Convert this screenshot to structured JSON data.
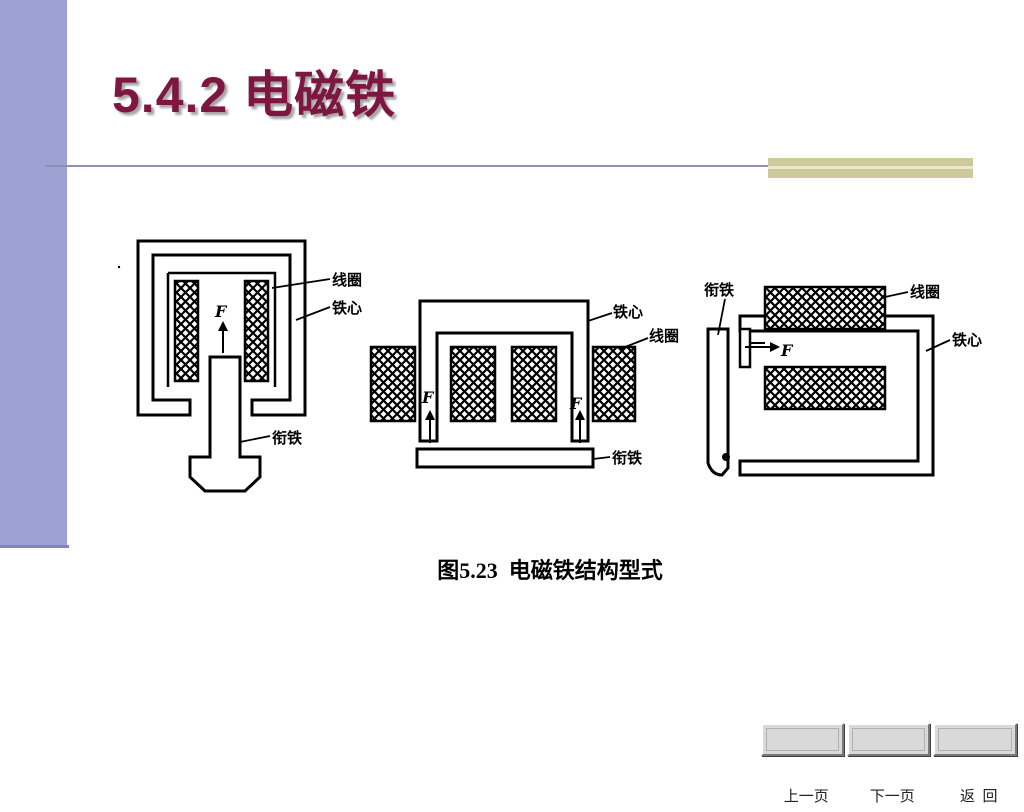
{
  "slide": {
    "title": "5.4.2  电磁铁",
    "caption": "图5.23  电磁铁结构型式"
  },
  "diagram": {
    "labels": {
      "coil": "线圈",
      "core": "铁心",
      "armature": "衔铁",
      "force": "F"
    }
  },
  "nav": {
    "prev_label": "上一页",
    "next_label": "下一页",
    "back_label": "返  回"
  },
  "colors": {
    "sidebar": "#9ba1d3",
    "title": "#7d1640",
    "accent": "#cdc99a",
    "rule": "#8f8fb8"
  }
}
